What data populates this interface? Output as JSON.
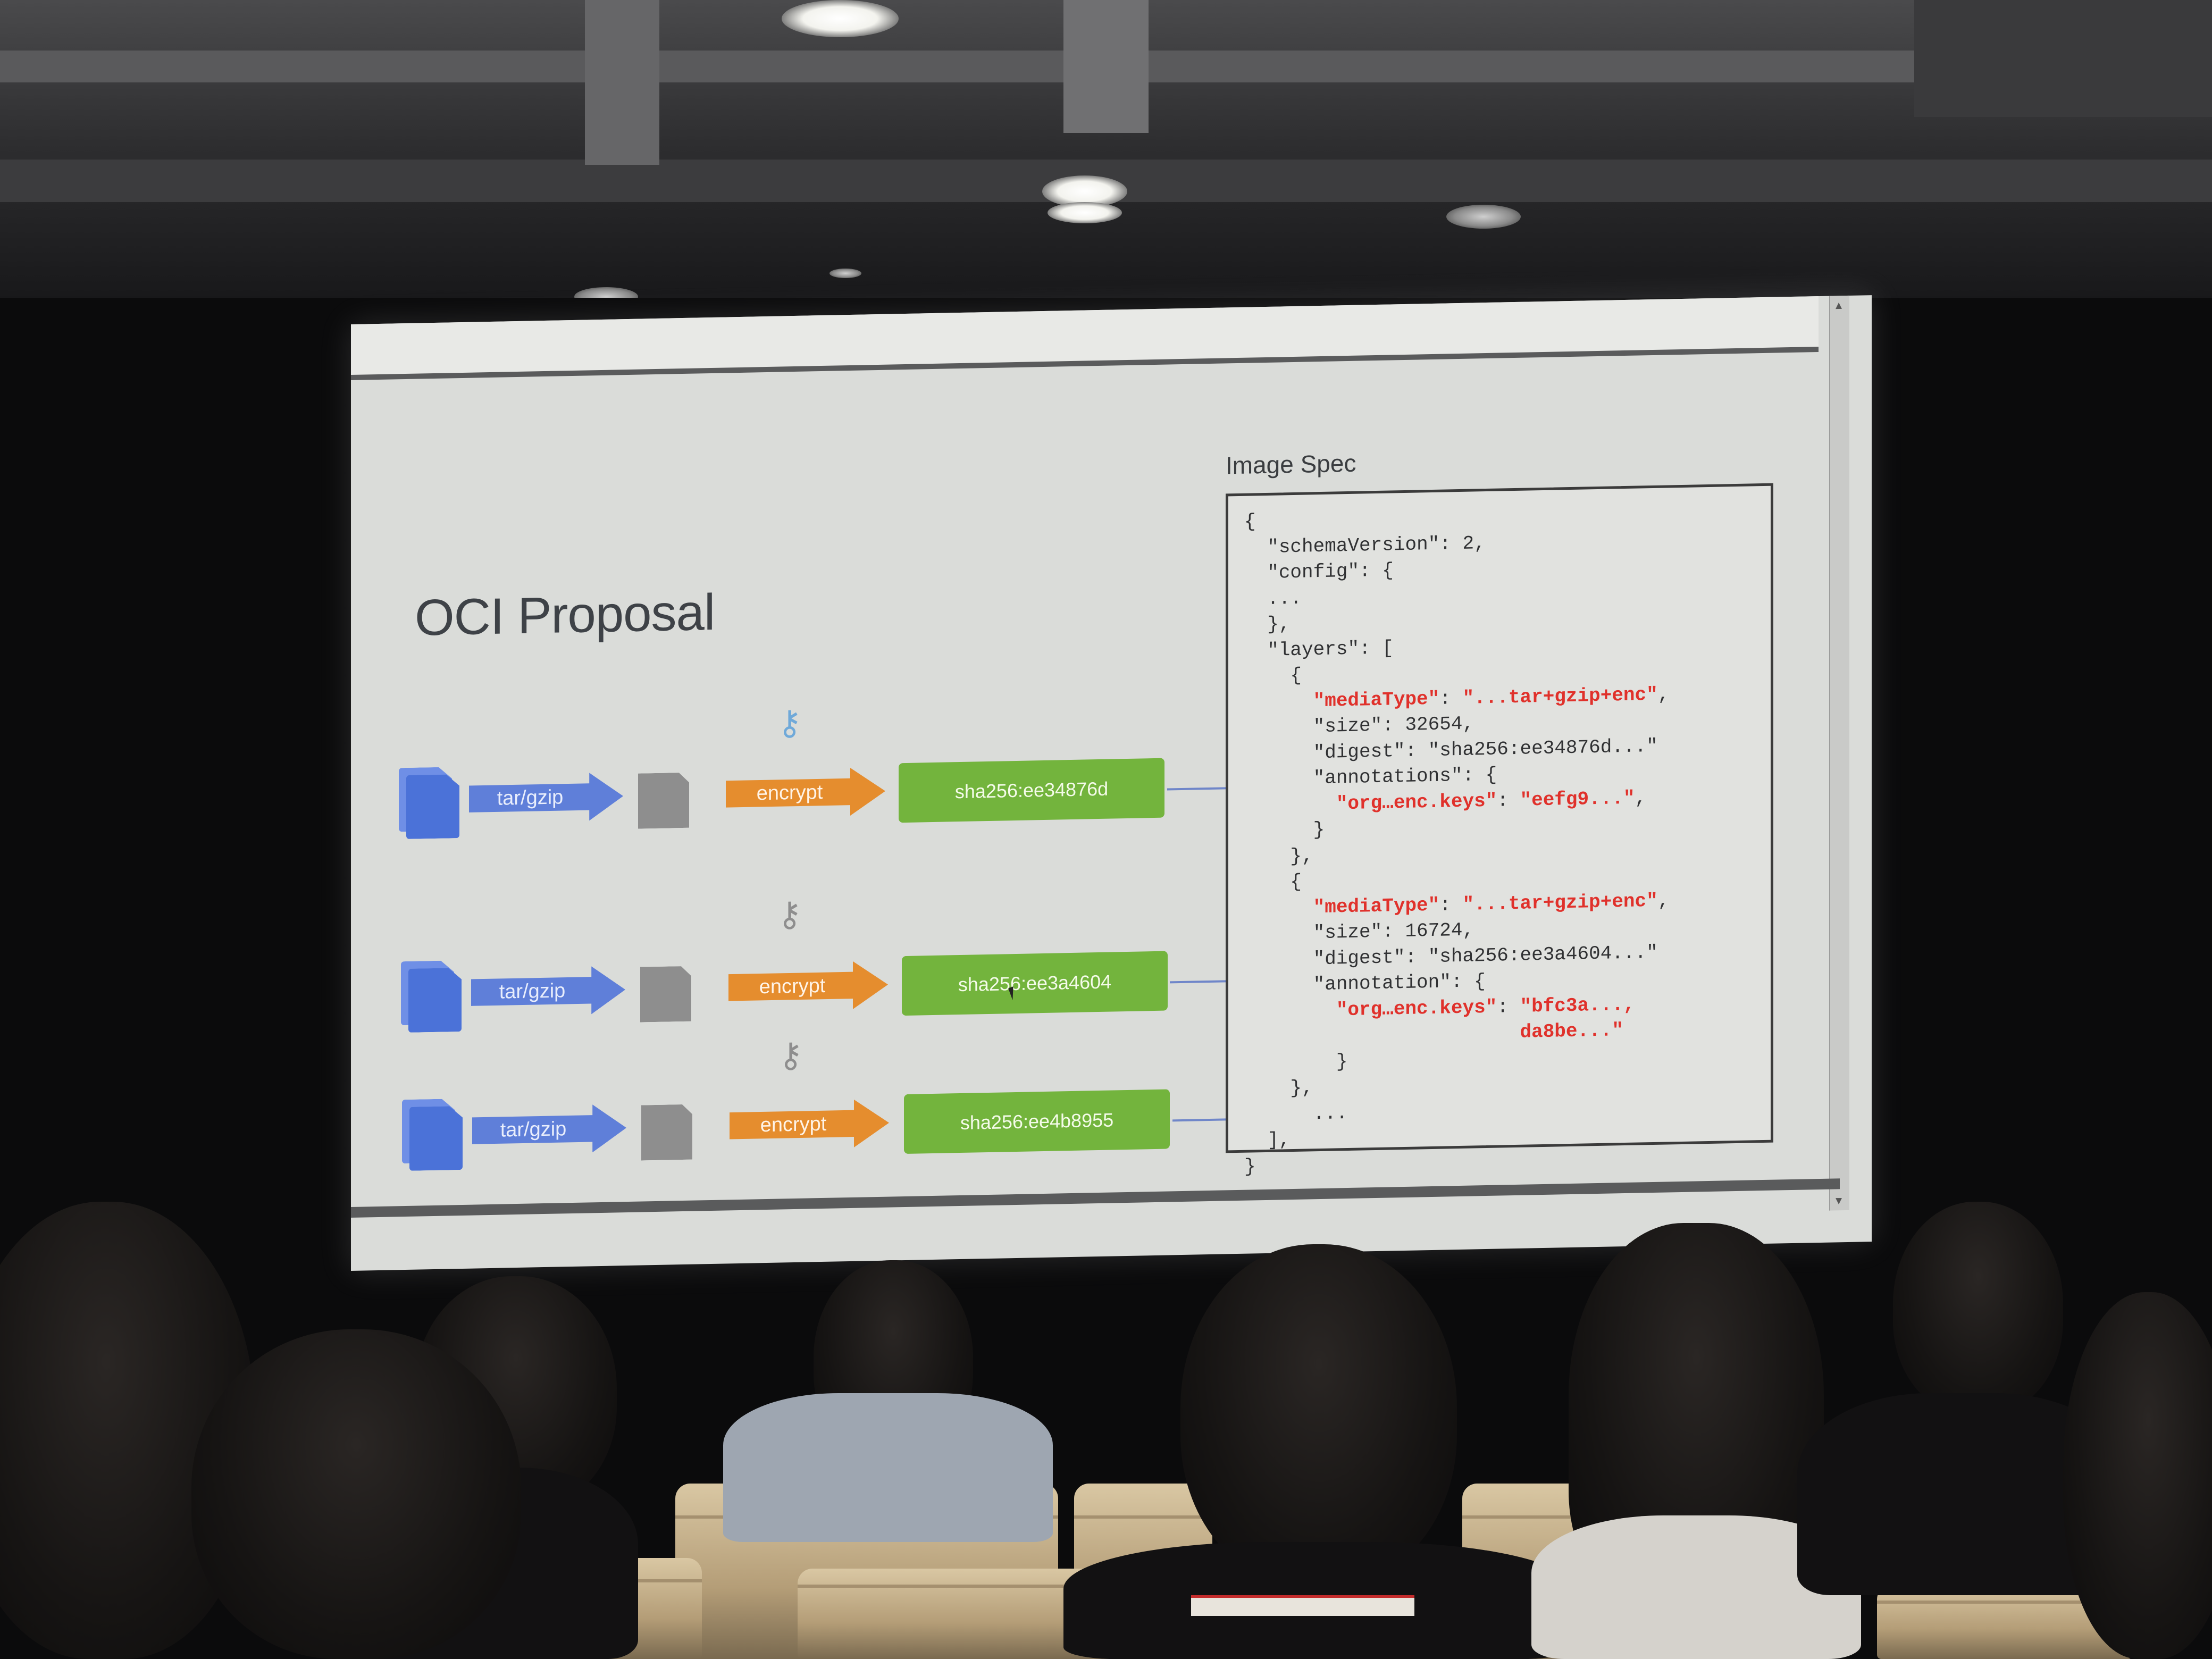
{
  "slide": {
    "title": "OCI Proposal",
    "spec_label": "Image Spec",
    "rows": [
      {
        "step1_label": "tar/gzip",
        "step2_label": "encrypt",
        "digest_label": "sha256:ee34876d"
      },
      {
        "step1_label": "tar/gzip",
        "step2_label": "encrypt",
        "digest_label": "sha256:ee3a4604"
      },
      {
        "step1_label": "tar/gzip",
        "step2_label": "encrypt",
        "digest_label": "sha256:ee4b8955"
      }
    ],
    "code_lines": [
      {
        "indent": "",
        "parts": [
          {
            "t": "{",
            "red": false
          }
        ]
      },
      {
        "indent": "  ",
        "parts": [
          {
            "t": "\"schemaVersion\": 2,",
            "red": false
          }
        ]
      },
      {
        "indent": "  ",
        "parts": [
          {
            "t": "\"config\": {",
            "red": false
          }
        ]
      },
      {
        "indent": "  ",
        "parts": [
          {
            "t": "...",
            "red": false
          }
        ]
      },
      {
        "indent": "  ",
        "parts": [
          {
            "t": "},",
            "red": false
          }
        ]
      },
      {
        "indent": "  ",
        "parts": [
          {
            "t": "\"layers\": [",
            "red": false
          }
        ]
      },
      {
        "indent": "    ",
        "parts": [
          {
            "t": "{",
            "red": false
          }
        ]
      },
      {
        "indent": "      ",
        "parts": [
          {
            "t": "\"mediaType\"",
            "red": true
          },
          {
            "t": ": ",
            "red": false
          },
          {
            "t": "\"...tar+gzip+enc\"",
            "red": true
          },
          {
            "t": ",",
            "red": false
          }
        ]
      },
      {
        "indent": "      ",
        "parts": [
          {
            "t": "\"size\": 32654,",
            "red": false
          }
        ]
      },
      {
        "indent": "      ",
        "parts": [
          {
            "t": "\"digest\": \"sha256:ee34876d...\"",
            "red": false
          }
        ]
      },
      {
        "indent": "      ",
        "parts": [
          {
            "t": "\"annotations\": {",
            "red": false
          }
        ]
      },
      {
        "indent": "        ",
        "parts": [
          {
            "t": "\"org…enc.keys\"",
            "red": true
          },
          {
            "t": ": ",
            "red": false
          },
          {
            "t": "\"eefg9...\"",
            "red": true
          },
          {
            "t": ",",
            "red": false
          }
        ]
      },
      {
        "indent": "      ",
        "parts": [
          {
            "t": "}",
            "red": false
          }
        ]
      },
      {
        "indent": "    ",
        "parts": [
          {
            "t": "},",
            "red": false
          }
        ]
      },
      {
        "indent": "    ",
        "parts": [
          {
            "t": "{",
            "red": false
          }
        ]
      },
      {
        "indent": "      ",
        "parts": [
          {
            "t": "\"mediaType\"",
            "red": true
          },
          {
            "t": ": ",
            "red": false
          },
          {
            "t": "\"...tar+gzip+enc\"",
            "red": true
          },
          {
            "t": ",",
            "red": false
          }
        ]
      },
      {
        "indent": "      ",
        "parts": [
          {
            "t": "\"size\": 16724,",
            "red": false
          }
        ]
      },
      {
        "indent": "      ",
        "parts": [
          {
            "t": "\"digest\": \"sha256:ee3a4604...\"",
            "red": false
          }
        ]
      },
      {
        "indent": "      ",
        "parts": [
          {
            "t": "\"annotation\": {",
            "red": false
          }
        ]
      },
      {
        "indent": "        ",
        "parts": [
          {
            "t": "\"org…enc.keys\"",
            "red": true
          },
          {
            "t": ": ",
            "red": false
          },
          {
            "t": "\"bfc3a...,",
            "red": true
          }
        ]
      },
      {
        "indent": "                        ",
        "parts": [
          {
            "t": "da8be...\"",
            "red": true
          }
        ]
      },
      {
        "indent": "        ",
        "parts": [
          {
            "t": "}",
            "red": false
          }
        ]
      },
      {
        "indent": "    ",
        "parts": [
          {
            "t": "},",
            "red": false
          }
        ]
      },
      {
        "indent": "      ",
        "parts": [
          {
            "t": "...",
            "red": false
          }
        ]
      },
      {
        "indent": "  ",
        "parts": [
          {
            "t": "],",
            "red": false
          }
        ]
      },
      {
        "indent": "",
        "parts": [
          {
            "t": "}",
            "red": false
          }
        ]
      }
    ]
  },
  "colors": {
    "doc_blue": "#4b72d8",
    "arrow_blue": "#5f7fd9",
    "arrow_orange": "#e58d2e",
    "hash_green": "#73b43d",
    "code_red": "#e0312b"
  },
  "icons": [
    "document-icon",
    "arrow-right-icon",
    "key-icon",
    "cursor-icon"
  ]
}
